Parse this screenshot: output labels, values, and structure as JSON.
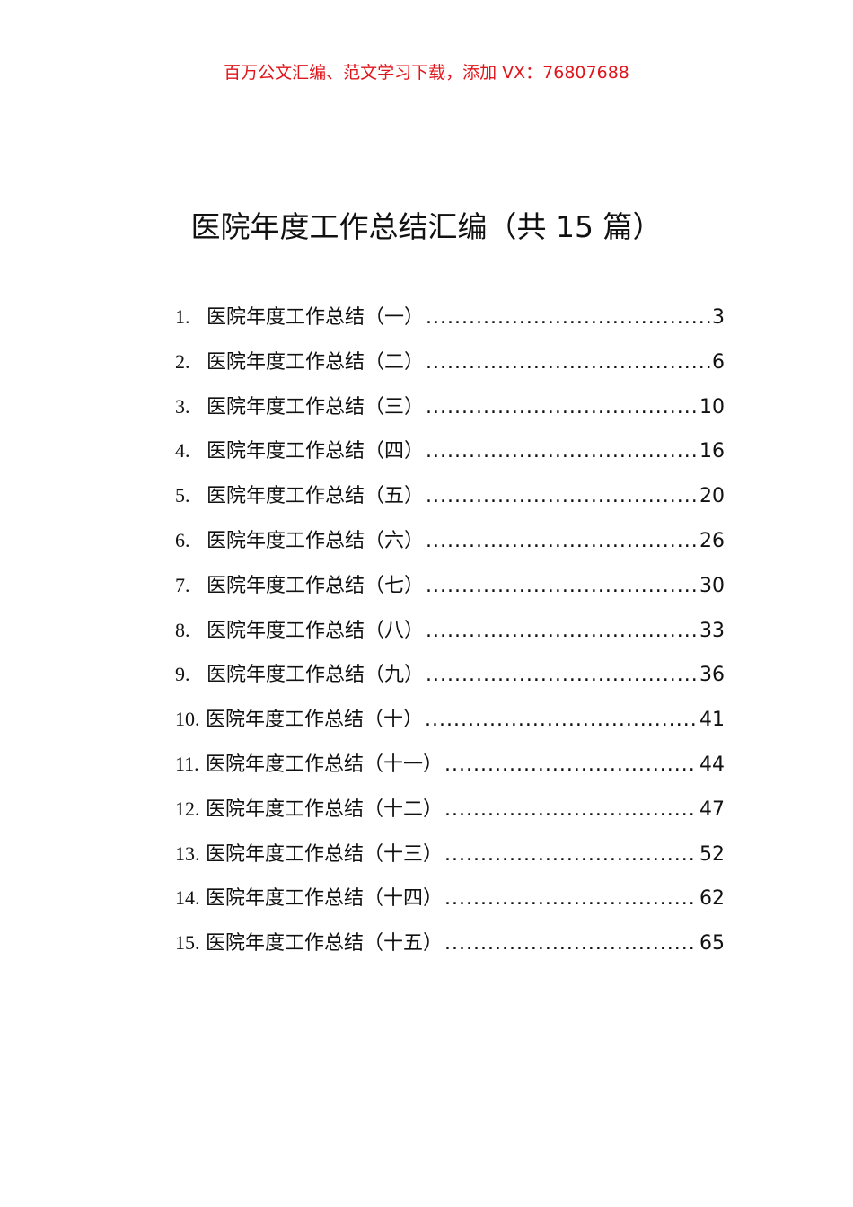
{
  "banner": "百万公文汇编、范文学习下载，添加 VX：76807688",
  "title": "医院年度工作总结汇编（共 15 篇）",
  "toc": [
    {
      "num": "1.",
      "label": "医院年度工作总结（一）",
      "page": "3"
    },
    {
      "num": "2.",
      "label": "医院年度工作总结（二）",
      "page": "6"
    },
    {
      "num": "3.",
      "label": "医院年度工作总结（三）",
      "page": "10"
    },
    {
      "num": "4.",
      "label": "医院年度工作总结（四）",
      "page": "16"
    },
    {
      "num": "5.",
      "label": "医院年度工作总结（五）",
      "page": "20"
    },
    {
      "num": "6.",
      "label": "医院年度工作总结（六）",
      "page": "26"
    },
    {
      "num": "7.",
      "label": "医院年度工作总结（七）",
      "page": "30"
    },
    {
      "num": "8.",
      "label": "医院年度工作总结（八）",
      "page": "33"
    },
    {
      "num": "9.",
      "label": "医院年度工作总结（九）",
      "page": "36"
    },
    {
      "num": "10.",
      "label": "医院年度工作总结（十）",
      "page": "41"
    },
    {
      "num": "11.",
      "label": "医院年度工作总结（十一）",
      "page": "44"
    },
    {
      "num": "12.",
      "label": "医院年度工作总结（十二）",
      "page": "47"
    },
    {
      "num": "13.",
      "label": "医院年度工作总结（十三）",
      "page": "52"
    },
    {
      "num": "14.",
      "label": "医院年度工作总结（十四）",
      "page": "62"
    },
    {
      "num": "15.",
      "label": "医院年度工作总结（十五）",
      "page": "65"
    }
  ],
  "colors": {
    "banner": "#e0151b",
    "text": "#111111"
  }
}
